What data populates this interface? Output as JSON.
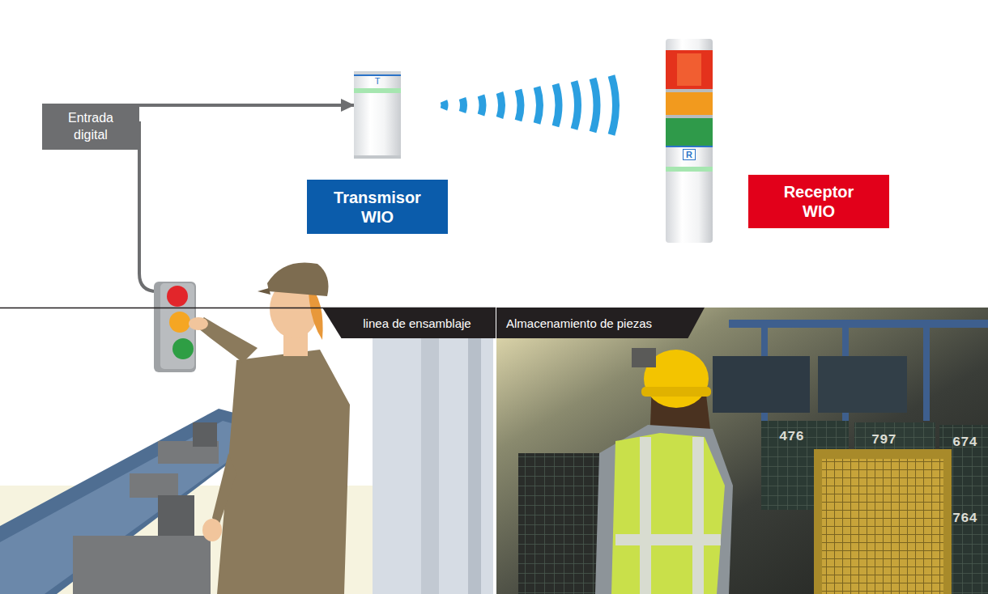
{
  "diagram": {
    "nodes": [
      {
        "text": [
          "Entrada digital"
        ]
      },
      {
        "text": [
          "T"
        ]
      },
      {
        "text": [
          "Transmisor WIO"
        ]
      },
      {
        "text": [
          "R"
        ]
      },
      {
        "text": [
          "Receptor WIO"
        ]
      },
      {
        "text": [
          "linea de ensamblaje"
        ]
      },
      {
        "text": [
          "Almacenamiento de piezas"
        ]
      }
    ],
    "edges": [
      {
        "from": 0,
        "to": 1,
        "arrow": "to"
      }
    ],
    "labels": [
      "476",
      "797",
      "674",
      "764"
    ]
  }
}
